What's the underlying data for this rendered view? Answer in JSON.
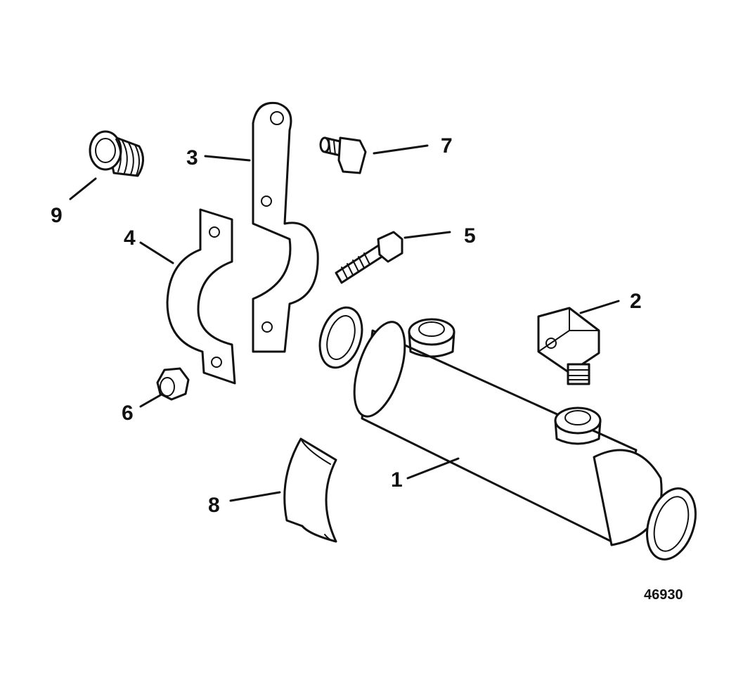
{
  "callouts": {
    "c1": "1",
    "c2": "2",
    "c3": "3",
    "c4": "4",
    "c5": "5",
    "c6": "6",
    "c7": "7",
    "c8": "8",
    "c9": "9"
  },
  "figure_number": "46930"
}
